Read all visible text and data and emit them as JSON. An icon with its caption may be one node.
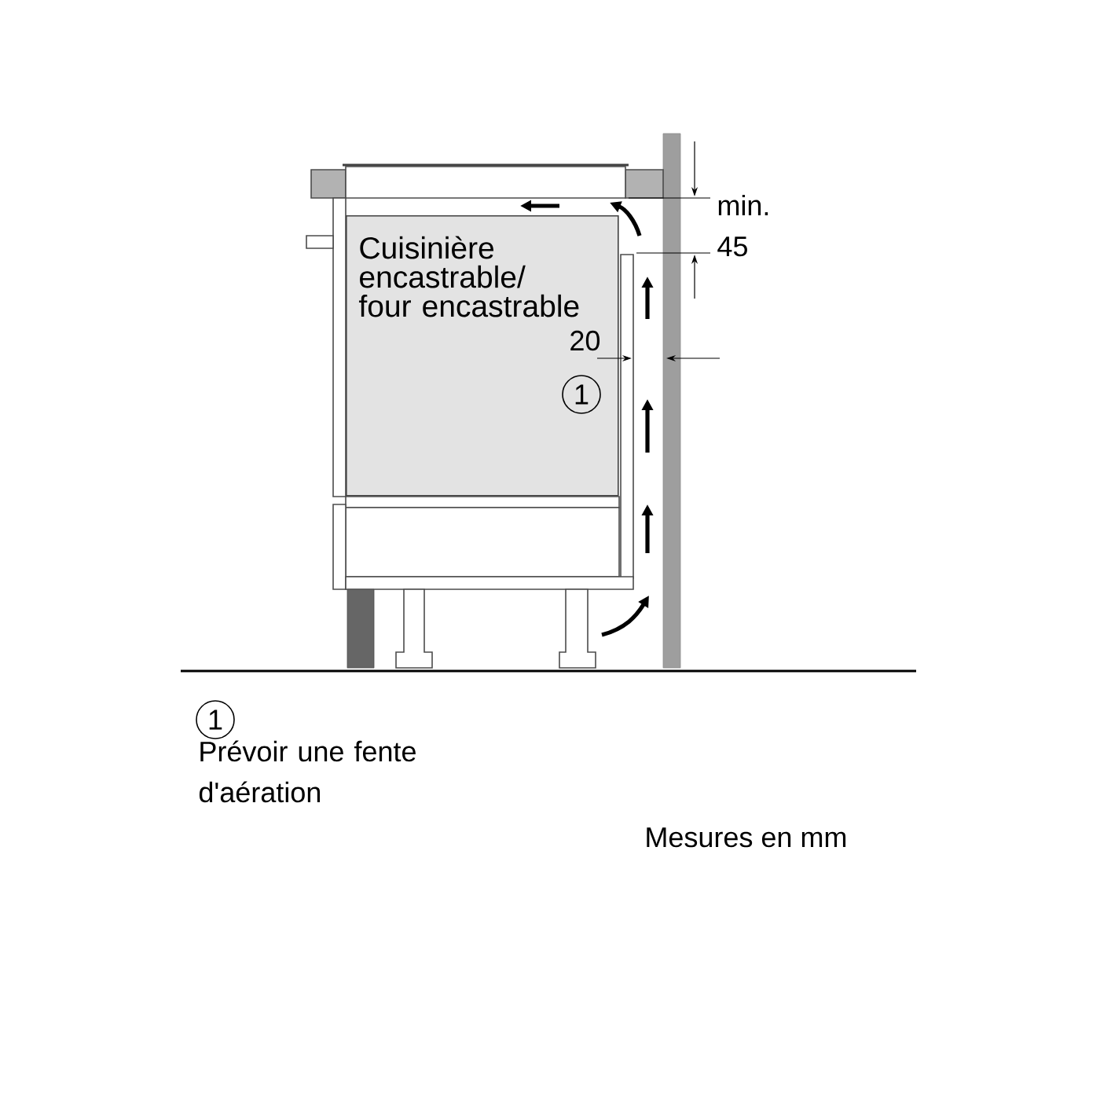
{
  "diagram": {
    "nodes": [
      {
        "text": [
          "Cuisinière encastrable/ four encastrable"
        ]
      }
    ],
    "labels": [
      "min.",
      "45",
      "20",
      "1",
      "1",
      "Prévoir une fente d'aération",
      "Mesures en mm"
    ]
  }
}
